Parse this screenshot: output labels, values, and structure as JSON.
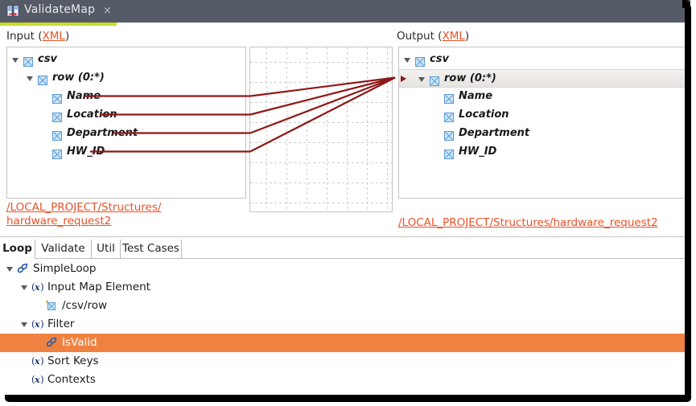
{
  "window": {
    "tab_title": "ValidateMap",
    "tab_close_glyph": "×",
    "accent_color": "#cbdb2a",
    "titlebar_color": "#555b66"
  },
  "input_panel": {
    "caption_prefix": "Input (",
    "caption_link": "XML",
    "caption_suffix": ")",
    "path": "/LOCAL_PROJECT/Structures/\nhardware_request2",
    "nodes": [
      {
        "label": "csv",
        "depth": 0,
        "twisty": "open",
        "icon": "checkbox-x-icon"
      },
      {
        "label": "row (0:*)",
        "depth": 1,
        "twisty": "open",
        "icon": "checkbox-x-icon"
      },
      {
        "label": "Name",
        "depth": 2,
        "twisty": "none",
        "icon": "checkbox-x-icon"
      },
      {
        "label": "Location",
        "depth": 2,
        "twisty": "none",
        "icon": "checkbox-x-icon"
      },
      {
        "label": "Department",
        "depth": 2,
        "twisty": "none",
        "icon": "checkbox-x-icon"
      },
      {
        "label": "HW_ID",
        "depth": 2,
        "twisty": "none",
        "icon": "checkbox-x-icon"
      }
    ]
  },
  "output_panel": {
    "caption_prefix": "Output (",
    "caption_link": "XML",
    "caption_suffix": ")",
    "path": "/LOCAL_PROJECT/Structures/hardware_request2",
    "nodes": [
      {
        "label": "csv",
        "depth": 0,
        "twisty": "open",
        "icon": "checkbox-x-icon",
        "selected": false,
        "marker": false
      },
      {
        "label": "row (0:*)",
        "depth": 1,
        "twisty": "open",
        "icon": "checkbox-x-icon",
        "selected": true,
        "marker": true
      },
      {
        "label": "Name",
        "depth": 2,
        "twisty": "none",
        "icon": "checkbox-x-icon",
        "selected": false,
        "marker": false
      },
      {
        "label": "Location",
        "depth": 2,
        "twisty": "none",
        "icon": "checkbox-x-icon",
        "selected": false,
        "marker": false
      },
      {
        "label": "Department",
        "depth": 2,
        "twisty": "none",
        "icon": "checkbox-x-icon",
        "selected": false,
        "marker": false
      },
      {
        "label": "HW_ID",
        "depth": 2,
        "twisty": "none",
        "icon": "checkbox-x-icon",
        "selected": false,
        "marker": false
      }
    ]
  },
  "mapping": {
    "line_color": "#8f1717",
    "links": [
      {
        "from": "Name",
        "to": "row (0:*)"
      },
      {
        "from": "Location",
        "to": "row (0:*)"
      },
      {
        "from": "Department",
        "to": "row (0:*)"
      },
      {
        "from": "HW_ID",
        "to": "row (0:*)"
      }
    ]
  },
  "bottom": {
    "tabs": [
      {
        "label": "Loop",
        "active": true
      },
      {
        "label": "Validate",
        "active": false
      },
      {
        "label": "Util",
        "active": false
      },
      {
        "label": "Test Cases",
        "active": false
      }
    ],
    "selection_color": "#ef8240",
    "tree": [
      {
        "label": "SimpleLoop",
        "depth": 0,
        "twisty": "open",
        "icon": "chain-link-icon",
        "selected": false
      },
      {
        "label": "Input Map Element",
        "depth": 1,
        "twisty": "open",
        "icon": "fx-variable-icon",
        "selected": false
      },
      {
        "label": "/csv/row",
        "depth": 2,
        "twisty": "none",
        "icon": "map-element-icon",
        "selected": false
      },
      {
        "label": "Filter",
        "depth": 1,
        "twisty": "open",
        "icon": "fx-variable-icon",
        "selected": false
      },
      {
        "label": "IsValid",
        "depth": 2,
        "twisty": "none",
        "icon": "chain-link-icon",
        "selected": true
      },
      {
        "label": "Sort Keys",
        "depth": 1,
        "twisty": "none",
        "icon": "fx-variable-icon",
        "selected": false
      },
      {
        "label": "Contexts",
        "depth": 1,
        "twisty": "none",
        "icon": "fx-variable-icon",
        "selected": false
      }
    ]
  }
}
